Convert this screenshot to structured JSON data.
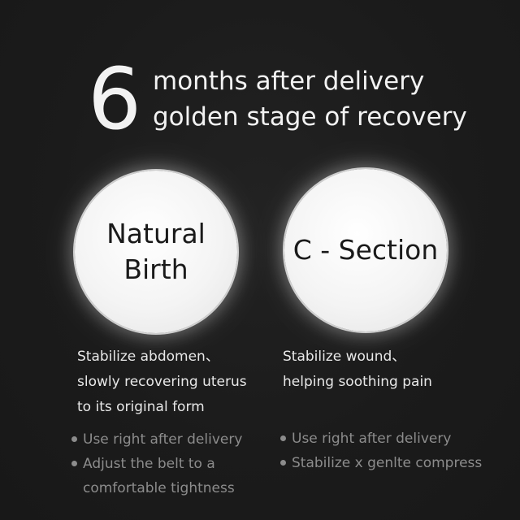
{
  "header": {
    "number": "6",
    "line1": "months after delivery",
    "line2": "golden stage of recovery"
  },
  "natural": {
    "title_line1": "Natural",
    "title_line2": "Birth",
    "desc": [
      "Stabilize abdomen、",
      "slowly recovering uterus",
      "to its original form"
    ],
    "bullets": [
      {
        "lines": [
          "Use right after delivery"
        ]
      },
      {
        "lines": [
          "Adjust the belt to a",
          "comfortable tightness"
        ]
      }
    ]
  },
  "csection": {
    "title": "C - Section",
    "desc": [
      "Stabilize wound、",
      "helping soothing pain"
    ],
    "bullets": [
      {
        "lines": [
          "Use right after delivery"
        ]
      },
      {
        "lines": [
          "Stabilize x genlte compress"
        ]
      }
    ]
  },
  "colors": {
    "background": "#1b1b1b",
    "circle": "#f4f4f4",
    "text": "#e8e8e8",
    "bullet_text": "#8c8c8c"
  }
}
